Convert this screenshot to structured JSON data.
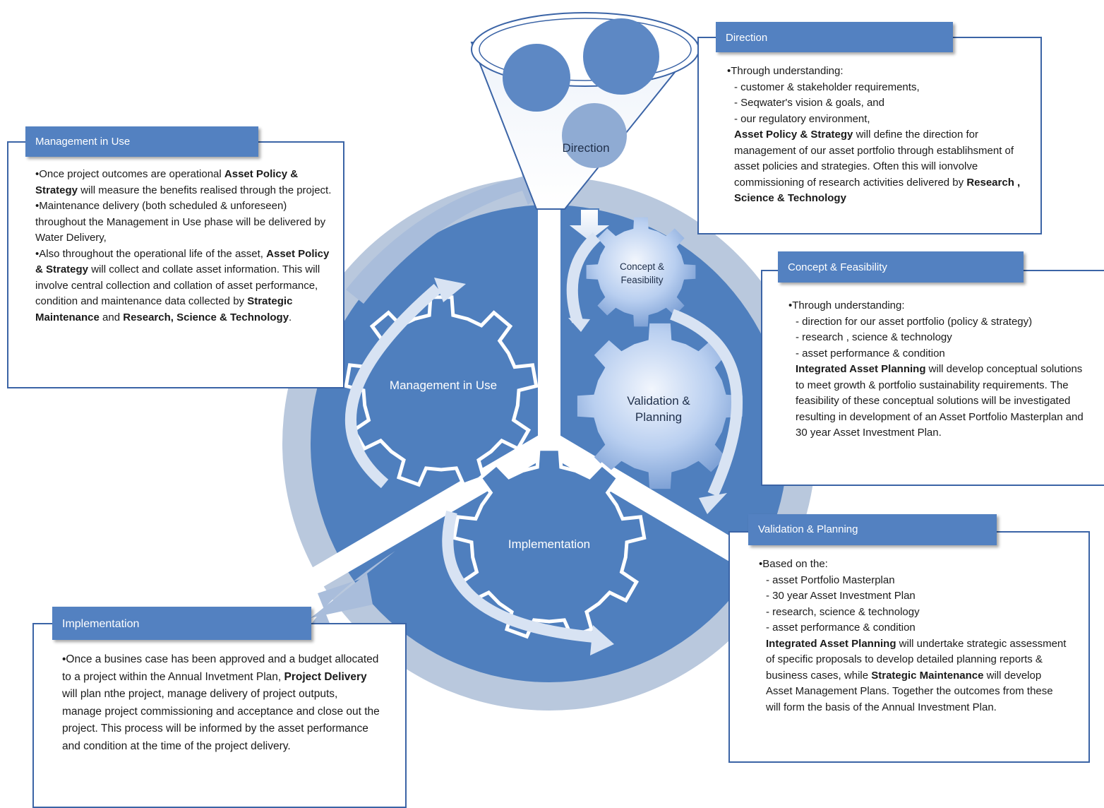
{
  "hub": {
    "direction": "Direction",
    "concept": "Concept & Feasibility",
    "validation": "Validation & Planning",
    "implementation": "Implementation",
    "management": "Management in Use"
  },
  "panels": {
    "direction": {
      "title": "Direction",
      "lines": [
        "•Through understanding:",
        "- customer & stakeholder requirements,",
        "- Seqwater's vision & goals, and",
        "- our regulatory environment,"
      ],
      "bold1": "Asset Policy & Strategy",
      "text1": " will define the direction for management of our asset portfolio through establihsment of asset policies and strategies. Often this will ionvolve commissioning of research activities delivered by ",
      "bold2": "Research , Science & Technology"
    },
    "concept": {
      "title": "Concept & Feasibility",
      "lines": [
        "•Through understanding:",
        "- direction for our asset portfolio (policy & strategy)",
        "- research , science & technology",
        "- asset performance & condition"
      ],
      "bold1": "Integrated Asset Planning",
      "text1": " will develop conceptual solutions to meet growth & portfolio sustainability requirements. The feasibility of these conceptual solutions will be investigated resulting in development of an Asset Portfolio Masterplan and 30 year Asset Investment Plan."
    },
    "validation": {
      "title": "Validation & Planning",
      "lines": [
        "•Based on the:",
        "- asset Portfolio Masterplan",
        "- 30 year Asset Investment Plan",
        "- research, science & technology",
        "- asset performance & condition"
      ],
      "bold1": "Integrated Asset Planning",
      "text1": " will undertake strategic assessment of specific proposals to develop detailed planning reports & business cases, while ",
      "bold2": "Strategic Maintenance",
      "text2": " will develop Asset Management Plans. Together the outcomes from these will form the basis of the Annual Investment Plan."
    },
    "management": {
      "title": "Management in Use",
      "b1_text1": "•Once project outcomes are operational ",
      "b1_bold1": "Asset Policy & Strategy",
      "b1_text2": " will measure the benefits realised through the project.",
      "b2": "•Maintenance delivery (both scheduled & unforeseen) throughout the Management in Use phase will be delivered by Water Delivery,",
      "b3_text1": "•Also throughout the operational life of the asset, ",
      "b3_bold1": "Asset Policy & Strategy",
      "b3_text2": " will collect and collate asset information. This will involve central collection and collation of asset performance, condition and maintenance data collected by ",
      "b3_bold2": "Strategic Maintenance",
      "b3_text3": " and ",
      "b3_bold3": "Research, Science & Technology",
      "b3_text4": "."
    },
    "implementation": {
      "title": "Implementation",
      "text1": "•Once a busines case has been approved and a budget allocated to a project within the Annual Invetment Plan, ",
      "bold1": "Project Delivery",
      "text2": " will plan nthe project, manage delivery of project outputs, manage project commissioning and acceptance and close out the project. This process will be informed by the asset performance and condition at the time of the project delivery."
    }
  },
  "colors": {
    "ring": "#b9c8dd",
    "disc": "#4f7fbe",
    "panel_head": "#5381c1",
    "panel_border": "#3b64a6"
  }
}
